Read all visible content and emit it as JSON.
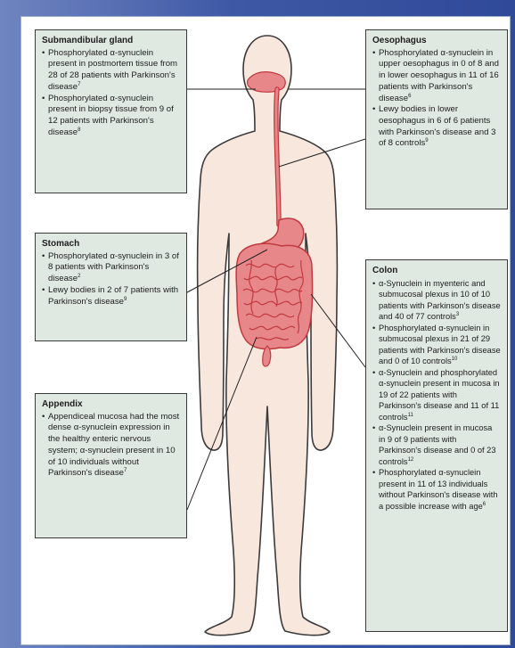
{
  "panels": {
    "submandibular": {
      "title": "Submandibular gland",
      "items": [
        {
          "text": "Phosphorylated α-synuclein present in postmortem tissue from 28 of 28 patients with Parkinson's disease",
          "ref": "7"
        },
        {
          "text": "Phosphorylated α-synuclein present in biopsy tissue from 9 of 12 patients with Parkinson's disease",
          "ref": "8"
        }
      ]
    },
    "oesophagus": {
      "title": "Oesophagus",
      "items": [
        {
          "text": "Phosphorylated α-synuclein in upper oesophagus in 0 of 8 and in lower oesophagus in 11 of 16 patients with Parkinson's disease",
          "ref": "6"
        },
        {
          "text": "Lewy bodies in lower oesophagus in 6 of 6 patients with Parkinson's disease and 3 of 8 controls",
          "ref": "9"
        }
      ]
    },
    "stomach": {
      "title": "Stomach",
      "items": [
        {
          "text": "Phosphorylated α-synuclein in 3 of 8 patients with Parkinson's disease",
          "ref": "2"
        },
        {
          "text": "Lewy bodies in 2 of 7 patients with Parkinson's disease",
          "ref": "9"
        }
      ]
    },
    "appendix": {
      "title": "Appendix",
      "items": [
        {
          "text": "Appendiceal mucosa had the most dense α-synuclein expression in the healthy enteric nervous system; α-synuclein present in 10 of 10 individuals without Parkinson's disease",
          "ref": "7"
        }
      ]
    },
    "colon": {
      "title": "Colon",
      "items": [
        {
          "text": "α-Synuclein in myenteric and submucosal plexus in 10 of 10 patients with Parkinson's disease and 40 of 77 controls",
          "ref": "3"
        },
        {
          "text": "Phosphorylated α-synuclein in submucosal plexus in 21 of 29 patients with Parkinson's disease and 0 of 10 controls",
          "ref": "10"
        },
        {
          "text": "α-Synuclein and phosphorylated α-synuclein present in mucosa in 19 of 22 patients with Parkinson's disease and 11 of 11 controls",
          "ref": "11"
        },
        {
          "text": "α-Synuclein present in mucosa in 9 of 9 patients with Parkinson's disease and 0 of 23 controls",
          "ref": "12"
        },
        {
          "text": "Phosphorylated α-synuclein present in 11 of 13 individuals without Parkinson's disease with a possible increase with age",
          "ref": "6"
        }
      ]
    }
  },
  "colors": {
    "panel_fill": "#dfe9e2",
    "organ_fill": "#e8878a",
    "organ_stroke": "#c0393f",
    "body_fill": "#f8e7dd",
    "body_stroke": "#3b3b3b"
  }
}
